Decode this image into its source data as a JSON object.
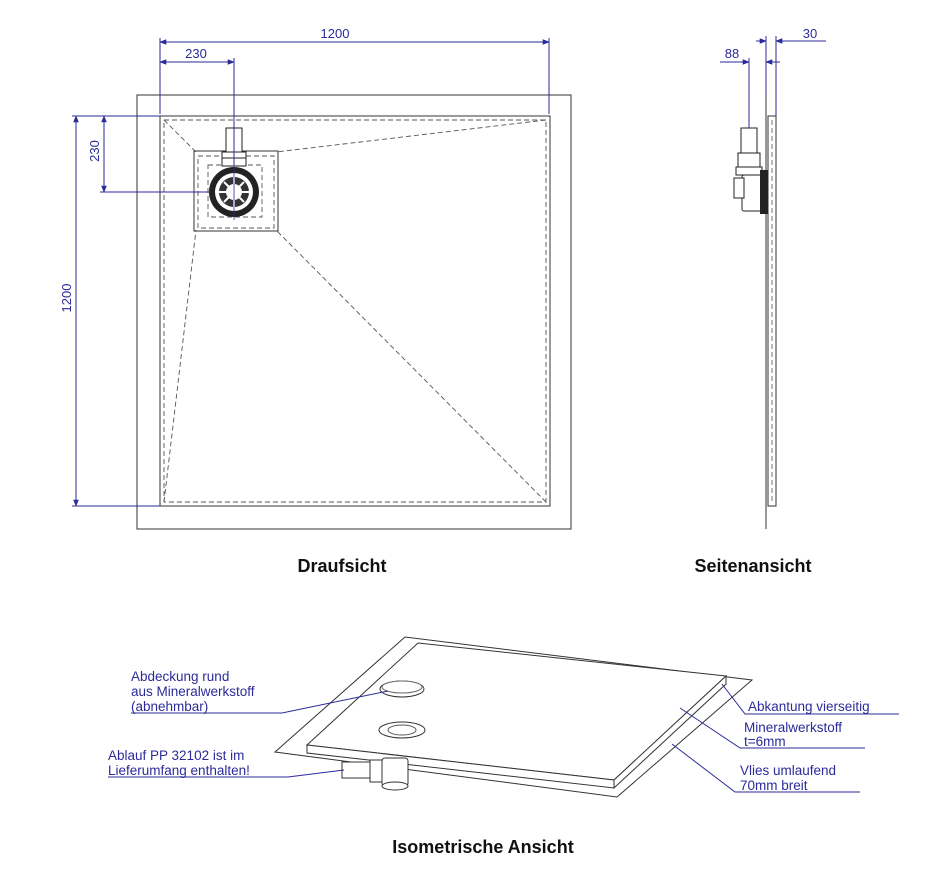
{
  "views": {
    "top_title": "Draufsicht",
    "side_title": "Seitenansicht",
    "iso_title": "Isometrische Ansicht"
  },
  "dimensions": {
    "top_width": "1200",
    "top_height": "1200",
    "drain_x": "230",
    "drain_y": "230",
    "side_depth": "88",
    "side_thickness": "30"
  },
  "notes": {
    "cover_line1": "Abdeckung rund",
    "cover_line2": "aus Mineralwerkstoff",
    "cover_line3": "(abnehmbar)",
    "drain_line1": "Ablauf PP 32102 ist im",
    "drain_line2": "Lieferumfang enthalten!",
    "edge": "Abkantung vierseitig",
    "material_line1": "Mineralwerkstoff",
    "material_line2": "t=6mm",
    "fleece_line1": "Vlies umlaufend",
    "fleece_line2": "70mm breit"
  },
  "colors": {
    "annotation": "#2b2b9a",
    "lines": "#333333"
  }
}
